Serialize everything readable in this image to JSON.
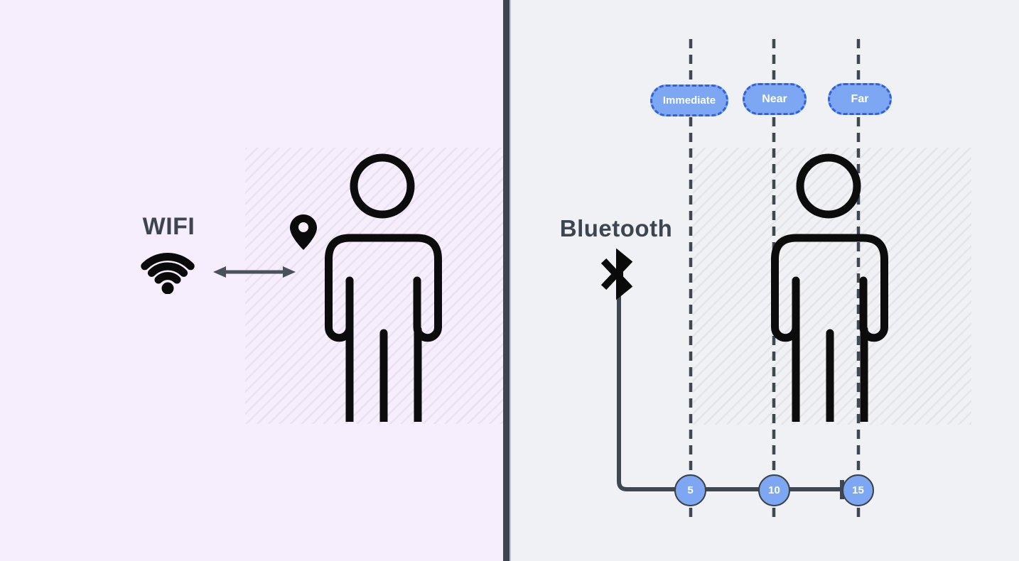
{
  "wifi_section": {
    "label": "WIFI",
    "icons": {
      "signal": "wifi-icon",
      "range": "double-arrow-icon",
      "position": "location-pin-icon",
      "user": "person-icon"
    }
  },
  "bluetooth_section": {
    "label": "Bluetooth",
    "icons": {
      "signal": "bluetooth-icon",
      "user": "person-icon"
    },
    "zones": [
      {
        "label": "Immediate",
        "distance": "5"
      },
      {
        "label": "Near",
        "distance": "10"
      },
      {
        "label": "Far",
        "distance": "15"
      }
    ]
  },
  "colors": {
    "left_background": "#f6eefc",
    "right_background": "#f0f1f4",
    "divider": "#3e454e",
    "divider_edge": "#b7c4d8",
    "line": "#3f4750",
    "zone_fill": "#7da6f3",
    "zone_border": "#2e62de",
    "icon_black": "#0a0a0a",
    "label_text": "#3d4650",
    "zone_text": "#ffffff"
  }
}
